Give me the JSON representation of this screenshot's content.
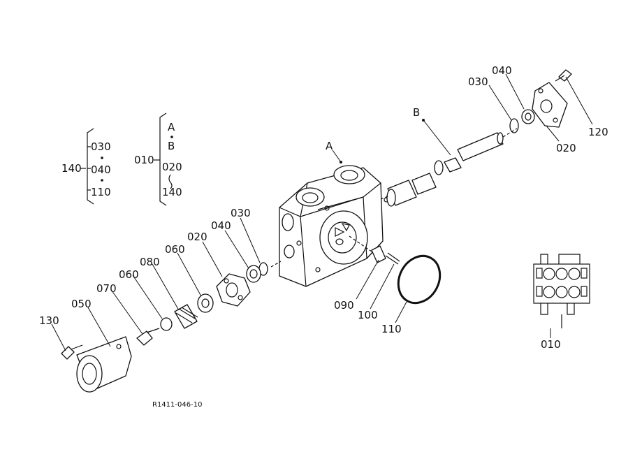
{
  "labels": {
    "a": "A",
    "b": "B",
    "p010": "010",
    "p020": "020",
    "p030": "030",
    "p040": "040",
    "p050": "050",
    "p060": "060",
    "p070": "070",
    "p080": "080",
    "p090": "090",
    "p100": "100",
    "p110": "110",
    "p120": "120",
    "p130": "130",
    "p140": "140"
  },
  "group_140": {
    "code": "140",
    "items": [
      "030",
      "040",
      "110"
    ]
  },
  "group_010": {
    "code": "010",
    "items": [
      "A",
      "B",
      "020",
      "140"
    ]
  },
  "reference": "R1411-046-10"
}
